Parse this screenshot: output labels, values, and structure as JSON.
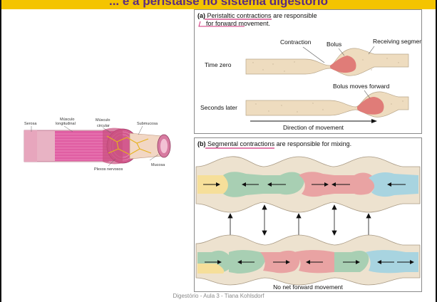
{
  "header": {
    "title": "... e a peristalse no sistema digestório"
  },
  "footer": {
    "text": "Digestório - Aula 3 - Tiana Kohlsdorf"
  },
  "muscle": {
    "labels": {
      "serosa": "Serosa",
      "longitudinal_line1": "Músculo",
      "longitudinal_line2": "longitudinal",
      "circular_line1": "Músculo",
      "circular_line2": "circular",
      "submucosa": "Submucosa",
      "mucosa": "Mucosa",
      "plexos": "Plexos nervosos"
    }
  },
  "panel_a": {
    "letter": "(a)",
    "title_underlined": "Peristaltic contractions",
    "title_rest": " are responsible",
    "title_line2": "for forward movement.",
    "labels": {
      "contraction": "Contraction",
      "bolus": "Bolus",
      "receiving": "Receiving segment",
      "time_zero": "Time zero",
      "bolus_forward": "Bolus moves forward",
      "seconds_later": "Seconds later",
      "direction": "Direction of movement"
    }
  },
  "panel_b": {
    "letter": "(b)",
    "title_underlined": "Segmental contractions",
    "title_rest": " are responsible for mixing.",
    "bottom_label": "No net forward movement"
  },
  "colors": {
    "banner": "#f4c400",
    "banner_text": "#5a2a80",
    "annotation": "#d0307a",
    "tissue": "#eedcbf",
    "bolus": "#e07c78",
    "seg_yellow": "#f6df9a",
    "seg_green": "#a8cfb3",
    "seg_pink": "#e9a3a3",
    "seg_blue": "#a8d4e0"
  }
}
